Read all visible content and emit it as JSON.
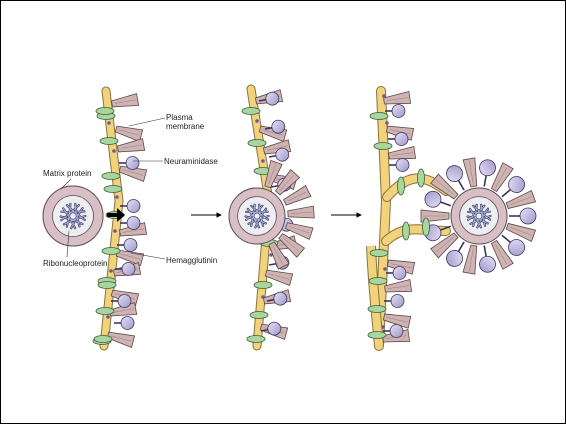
{
  "labels": {
    "plasma_membrane": "Plasma membrane",
    "matrix_protein": "Matrix protein",
    "neuraminidase": "Neuraminidase",
    "ribonucleoprotein": "Ribonucleoprotein",
    "hemagglutinin": "Hemagglutinin"
  },
  "stages": 3,
  "colors": {
    "membrane": "#f2d27a",
    "membrane_stroke": "#8a7340",
    "matrix_ring": "#d8bfc6",
    "matrix_ring_stroke": "#5a4a50",
    "capsid_inner": "#eeeef2",
    "hemagglutinin": "#cfb3b3",
    "hemagglutinin_stroke": "#5c4848",
    "neuraminidase": "#b9b1d8",
    "neuraminidase_stroke": "#3c3560",
    "green_protein": "#a8d6a0",
    "green_protein_stroke": "#3b5e38",
    "arrow": "#000000"
  }
}
